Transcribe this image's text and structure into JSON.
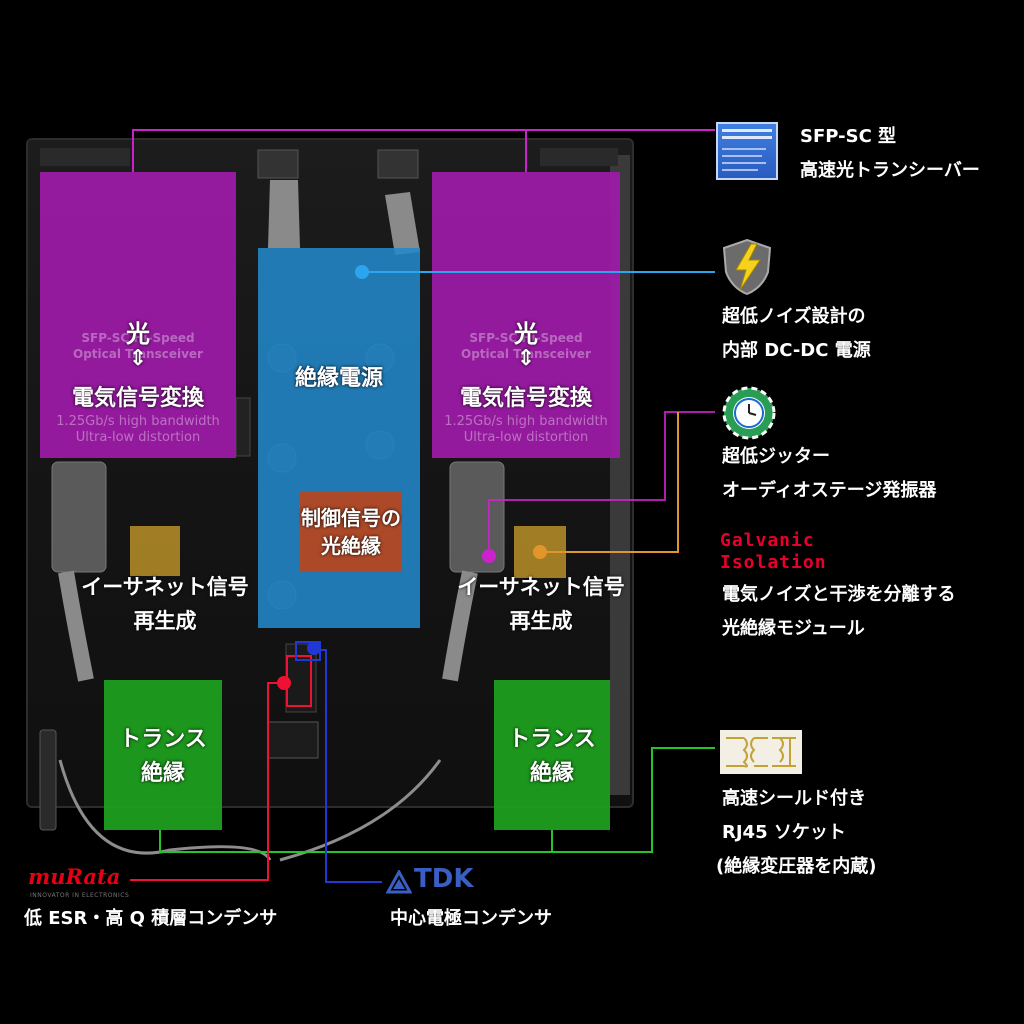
{
  "colors": {
    "magenta": "#cc22cc",
    "blue": "#2aa5ee",
    "orange": "#e0962a",
    "green": "#27c427",
    "red": "#ee1133",
    "navy": "#2238d6",
    "module_purple": "#9d1aa8",
    "module_blue": "#2288c8",
    "module_green": "#1e9e1e",
    "module_orange": "#b8451c",
    "module_gold": "#b08a28"
  },
  "board": {
    "left_module": {
      "top": "光",
      "arrow": "⇕",
      "bottom": "電気信号変換",
      "chip_line1": "SFP-SC Hi-Speed",
      "chip_line2": "Optical Transceiver",
      "chip_line3": "1.25Gb/s high bandwidth",
      "chip_line4": "Ultra-low distortion"
    },
    "right_module": {
      "top": "光",
      "arrow": "⇕",
      "bottom": "電気信号変換",
      "chip_line1": "SFP-SC Hi-Speed",
      "chip_line2": "Optical Transceiver",
      "chip_line3": "1.25Gb/s high bandwidth",
      "chip_line4": "Ultra-low distortion"
    },
    "power_supply": "絶縁電源",
    "control_isolation": [
      "制御信号の",
      "光絶縁"
    ],
    "ethernet_left": [
      "イーサネット信号",
      "再生成"
    ],
    "ethernet_right": [
      "イーサネット信号",
      "再生成"
    ],
    "trans_left": [
      "トランス",
      "絶縁"
    ],
    "trans_right": [
      "トランス",
      "絶縁"
    ]
  },
  "callouts": {
    "sfp": {
      "icon": "transceiver-label-icon",
      "lines": [
        "SFP-SC 型",
        "高速光トランシーバー"
      ]
    },
    "dcdc": {
      "icon": "lightning-shield-icon",
      "lines": [
        "超低ノイズ設計の",
        "内部 DC-DC 電源"
      ]
    },
    "oscillator": {
      "icon": "clock-oscillator-icon",
      "lines": [
        "超低ジッター",
        "オーディオステージ発振器"
      ]
    },
    "galvanic": {
      "brand": [
        "Galvanic",
        "Isolation"
      ],
      "lines": [
        "電気ノイズと干渉を分離する",
        "光絶縁モジュール"
      ]
    },
    "rj45": {
      "icon": "transformer-circuit-icon",
      "lines": [
        "高速シールド付き",
        "RJ45 ソケット",
        "(絶縁変圧器を内蔵)"
      ]
    },
    "murata": {
      "brand": "muRata",
      "brand_sub": "INNOVATOR IN ELECTRONICS",
      "lines": [
        "低 ESR・高 Q 積層コンデンサ"
      ]
    },
    "tdk": {
      "brand": "TDK",
      "icon": "tdk-logo-icon",
      "lines": [
        "中心電極コンデンサ"
      ]
    }
  }
}
